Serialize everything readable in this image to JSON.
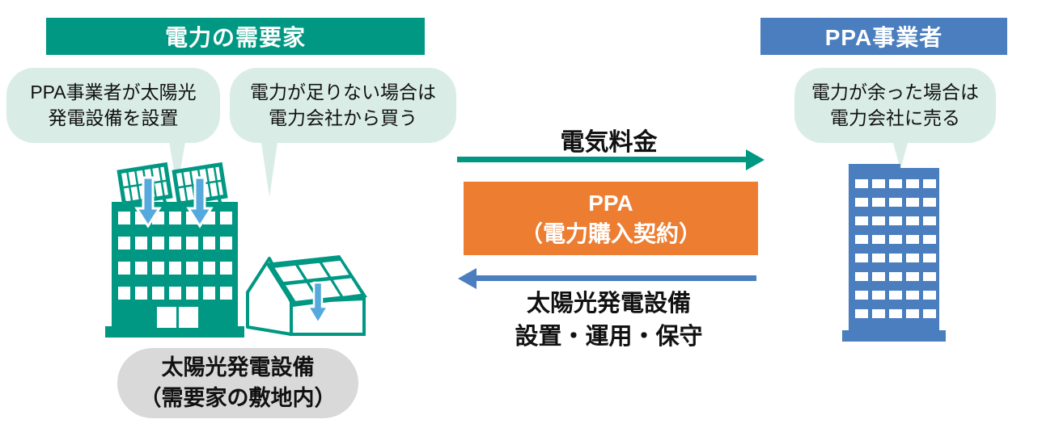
{
  "consumer": {
    "header": "電力の需要家",
    "bubbles": [
      {
        "line1": "PPA事業者が太陽光",
        "line2": "発電設備を設置"
      },
      {
        "line1": "電力が足りない場合は",
        "line2": "電力会社から買う"
      }
    ],
    "site_label": {
      "line1": "太陽光発電設備",
      "line2": "（需要家の敷地内）"
    }
  },
  "operator": {
    "header": "PPA事業者",
    "bubble": {
      "line1": "電力が余った場合は",
      "line2": "電力会社に売る"
    }
  },
  "center": {
    "top_arrow_label": "電気料金",
    "ppa_box": {
      "line1": "PPA",
      "line2": "（電力購入契約）"
    },
    "bottom_arrow_label": {
      "line1": "太陽光発電設備",
      "line2": "設置・運用・保守"
    }
  },
  "icons": {
    "consumer_building": "office-building-with-solar-panels",
    "consumer_house": "house-with-solar-roof",
    "operator_building": "tower-building",
    "energy_flow": "down-arrow"
  },
  "colors": {
    "teal": "#009883",
    "mint_bubble": "#D9EDE6",
    "blue": "#4A7EBE",
    "orange": "#ED7D31",
    "light_blue_arrow": "#56A9DC",
    "gray_pill": "#D9D9D9",
    "text": "#111111"
  }
}
